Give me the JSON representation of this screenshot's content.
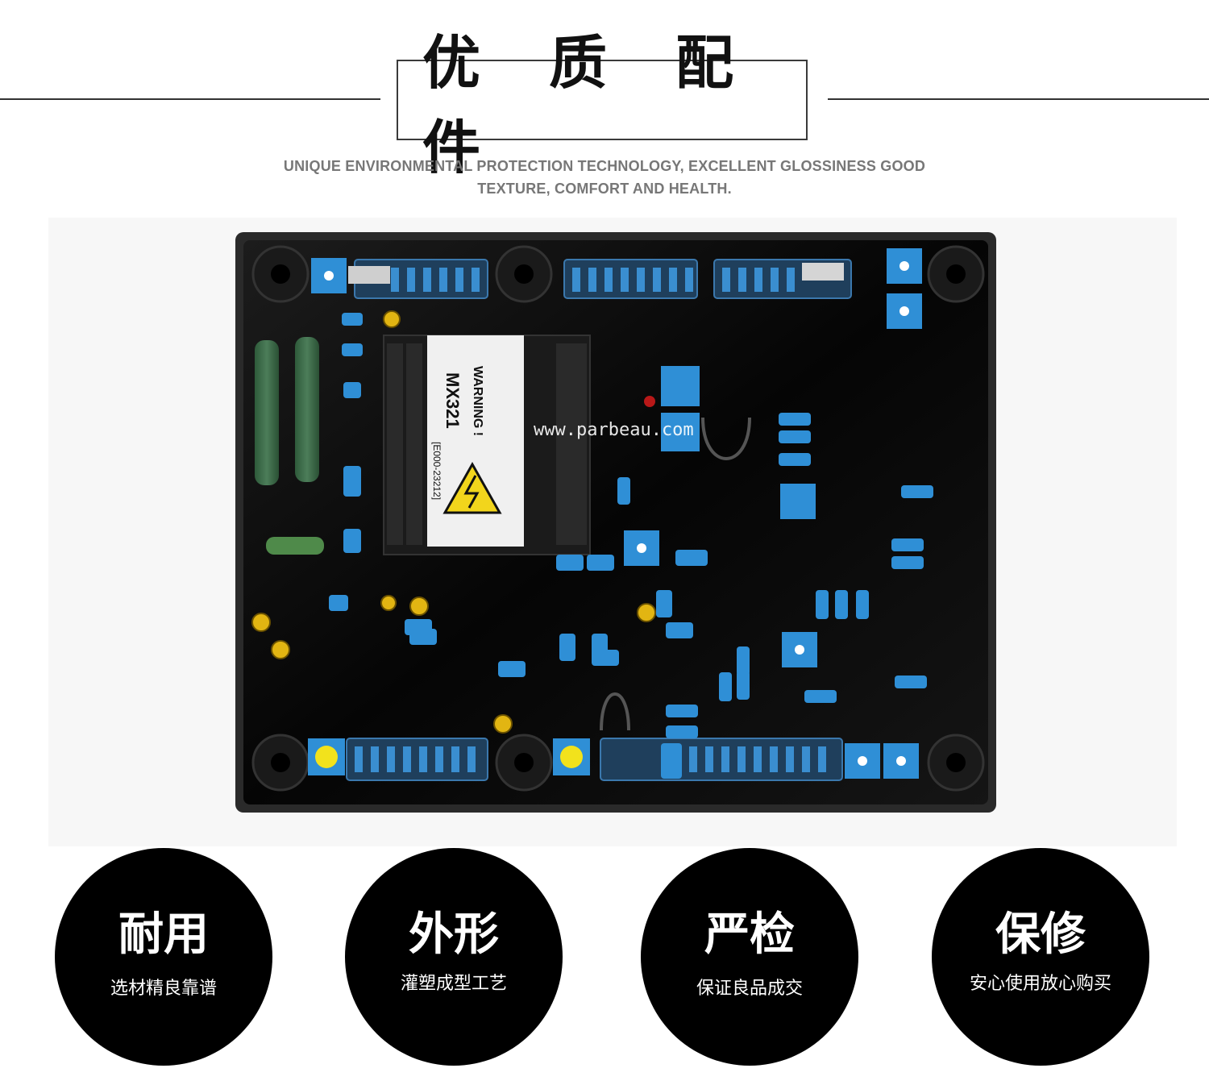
{
  "header": {
    "title": "优 质 配 件",
    "subtitle_line1": "UNIQUE ENVIRONMENTAL PROTECTION TECHNOLOGY, EXCELLENT GLOSSINESS GOOD",
    "subtitle_line2": "TEXTURE, COMFORT AND HEALTH."
  },
  "product": {
    "watermark": "www.parbeau.com",
    "label_warning": "WARNING !",
    "label_model": "MX321",
    "label_code": "[E000-23212]"
  },
  "features": [
    {
      "title": "耐用",
      "desc": "选材精良靠谱"
    },
    {
      "title": "外形",
      "desc": "灌塑成型工艺"
    },
    {
      "title": "严检",
      "desc": "保证良品成交"
    },
    {
      "title": "保修",
      "desc": "安心使用放心购买"
    }
  ],
  "colors": {
    "board": "#0b0b0b",
    "component_blue": "#2f8fd6",
    "circle_bg": "#000000"
  }
}
